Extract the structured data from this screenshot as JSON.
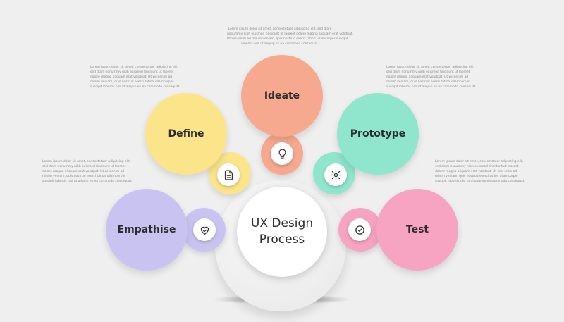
{
  "center": {
    "title": "UX Design\nProcess"
  },
  "stages": {
    "empathise": {
      "label": "Empathise",
      "color": "#c9c3f2",
      "icon": "heart-hand-icon"
    },
    "define": {
      "label": "Define",
      "color": "#fbe48a",
      "icon": "document-icon"
    },
    "ideate": {
      "label": "Ideate",
      "color": "#f6a98f",
      "icon": "lightbulb-icon"
    },
    "prototype": {
      "label": "Prototype",
      "color": "#8fe6cc",
      "icon": "gear-icon"
    },
    "test": {
      "label": "Test",
      "color": "#f7a3c2",
      "icon": "checkmark-icon"
    }
  },
  "placeholder_text": {
    "top": [
      "Lorem ipsum dolor sit amet, consectetuer adipiscing elit, sed diam",
      "nonummy nibh euismod tincidunt ut laoreet dolore magna aliquam erat volutpat.",
      "Ut wisi enim ad minim veniam, quis nostrud exerci tation ullamcorper suscipit",
      "lobortis nisl ut aliquip ex ea commodo consequat."
    ],
    "left_top": [
      "Lorem ipsum dolor sit amet, consectetuer adipiscing elit,",
      "sed diam nonummy nibh euismod tincidunt ut laoreet",
      "dolore magna aliquam erat volutpat. Ut wisi enim ad",
      "minim veniam, quis nostrud exerci tation ullamcorper",
      "suscipit lobortis nisl ut aliquip ex ea commodo consequat."
    ],
    "left_bottom": [
      "Lorem ipsum dolor sit amet, consectetuer adipiscing elit,",
      "sed diam nonummy nibh euismod tincidunt ut laoreet",
      "dolore magna aliquam erat volutpat. Ut wisi enim ad",
      "minim veniam, quis nostrud exerci tation ullamcorper",
      "suscipit lobortis nisl ut aliquip ex ea commodo consequat."
    ],
    "right_top": [
      "Lorem ipsum dolor sit amet, consectetuer adipiscing elit,",
      "sed diam nonummy nibh euismod tincidunt ut laoreet",
      "dolore magna aliquam erat volutpat. Ut wisi enim ad",
      "minim veniam, quis nostrud exerci tation ullamcorper",
      "suscipit lobortis nisl ut aliquip ex ea commodo consequat."
    ],
    "right_bottom": [
      "Lorem ipsum dolor sit amet, consectetuer adipiscing elit,",
      "sed diam nonummy nibh euismod tincidunt ut laoreet",
      "dolore magna aliquam erat volutpat. Ut wisi enim ad",
      "minim veniam, quis nostrud exerci tation ullamcorper",
      "suscipit lobortis nisl ut aliquip ex ea commodo consequat."
    ]
  }
}
